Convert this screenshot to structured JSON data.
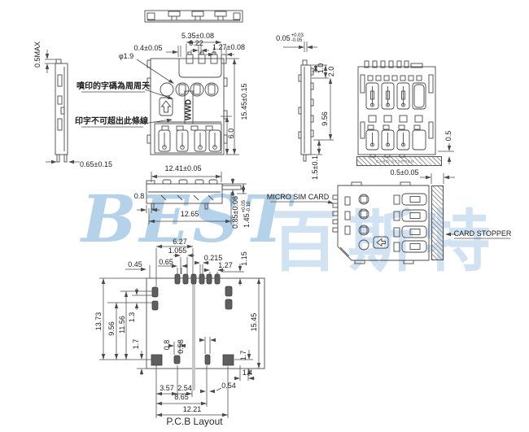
{
  "watermark": {
    "latin": "BEST",
    "cjk": "百斯特"
  },
  "labels": {
    "side_left": {
      "d05max": "0.5MAX",
      "d065": "0.65±0.15"
    },
    "top_view": {
      "d535": "5.35±0.08",
      "d04": "0.4±0.05",
      "d022": "0.22",
      "d127": "1.27±0.08",
      "phi19": "φ1.9",
      "note1": "噴印的字碼為周周天",
      "note2": "印字不可超出此條線",
      "d1545": "15.45±0.15",
      "d60": "6.0",
      "wwd": "WWD"
    },
    "front_view": {
      "d1241": "12.41±0.05",
      "d08": "0.8",
      "d1265": "12.65",
      "d085": "0.85±0.08",
      "d145": "1.45",
      "d145p": "+0.05",
      "d145m": "-0.10",
      "micro": "MICRO SIM CARD"
    },
    "side_right": {
      "d005": "0.05",
      "d005p": "+0.03",
      "d005m": "-0.05",
      "d10": "1.0",
      "d20": "2.0",
      "d956": "9.56",
      "d15": "1.5±0.1"
    },
    "bottom_view": {
      "d05": "0.5",
      "d05005": "0.5±0.05",
      "stopper_small": "CARD STOPPER"
    },
    "stopper_view": {
      "stopper": "CARD STOPPER"
    },
    "pcb": {
      "p627": "6.27",
      "p1055": "1.055",
      "p065": "0.65",
      "p0215": "0.215",
      "p127": "1.27",
      "p115": "1.15",
      "p045": "0.45",
      "p1373": "13.73",
      "p956": "9.56",
      "p1156": "11.56",
      "p13": "1.3",
      "p17l": "1.7",
      "p08": "0.8",
      "p058": "0.58",
      "p1545": "15.45",
      "p17r": "1.7",
      "p14": "1.4",
      "p357": "3.57",
      "p254": "2.54",
      "p054": "0.54",
      "p865": "8.65",
      "p1221": "12.21",
      "caption": "P.C.B Layout"
    }
  }
}
